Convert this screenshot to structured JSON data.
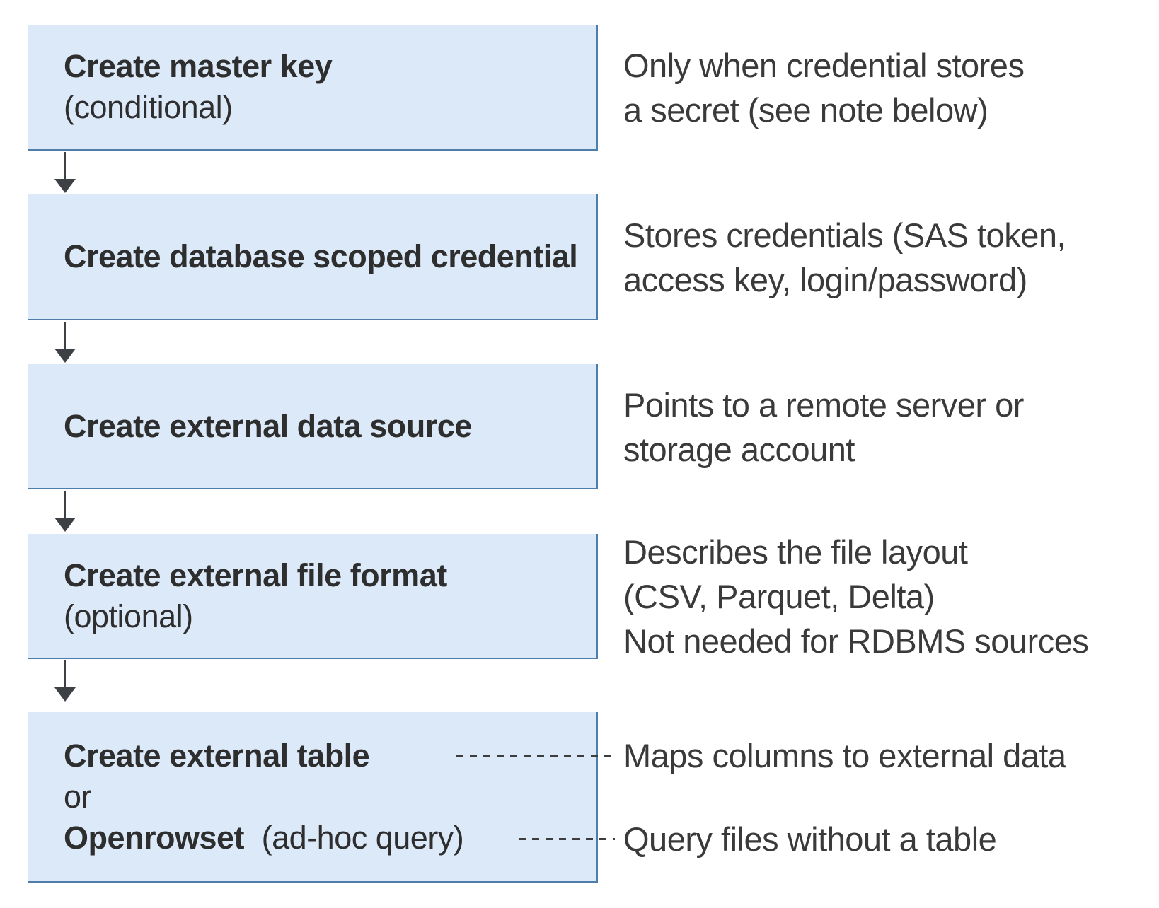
{
  "colors": {
    "box_fill": "#dce9f9",
    "box_border": "#4e7dac",
    "title_text": "#2e2e2e",
    "description_text": "#3a3a3a",
    "arrow": "#3d4045"
  },
  "steps": [
    {
      "title_bold": "Create master key",
      "title_note": "(conditional)"
    },
    {
      "title_bold": "Create database scoped credential"
    },
    {
      "title_bold": "Create external data source"
    },
    {
      "title_bold": "Create external file format",
      "title_note": "(optional)"
    },
    {
      "title_bold": "Create external table",
      "or_label": "or",
      "title_bold2": "Openrowset",
      "title_note2": "(ad-hoc query)"
    }
  ],
  "descriptions": {
    "master_key": [
      "Only when credential stores",
      "a secret (see note below)"
    ],
    "scoped_credential": [
      "Stores credentials (SAS token,",
      "access key, login/password)"
    ],
    "data_source": [
      "Points to a remote server or",
      "storage account"
    ],
    "file_format": [
      "Describes the file layout",
      "(CSV, Parquet, Delta)",
      "Not needed for RDBMS sources"
    ],
    "external_table_map": "Maps columns to external data",
    "openrowset_query": "Query files without a table"
  }
}
